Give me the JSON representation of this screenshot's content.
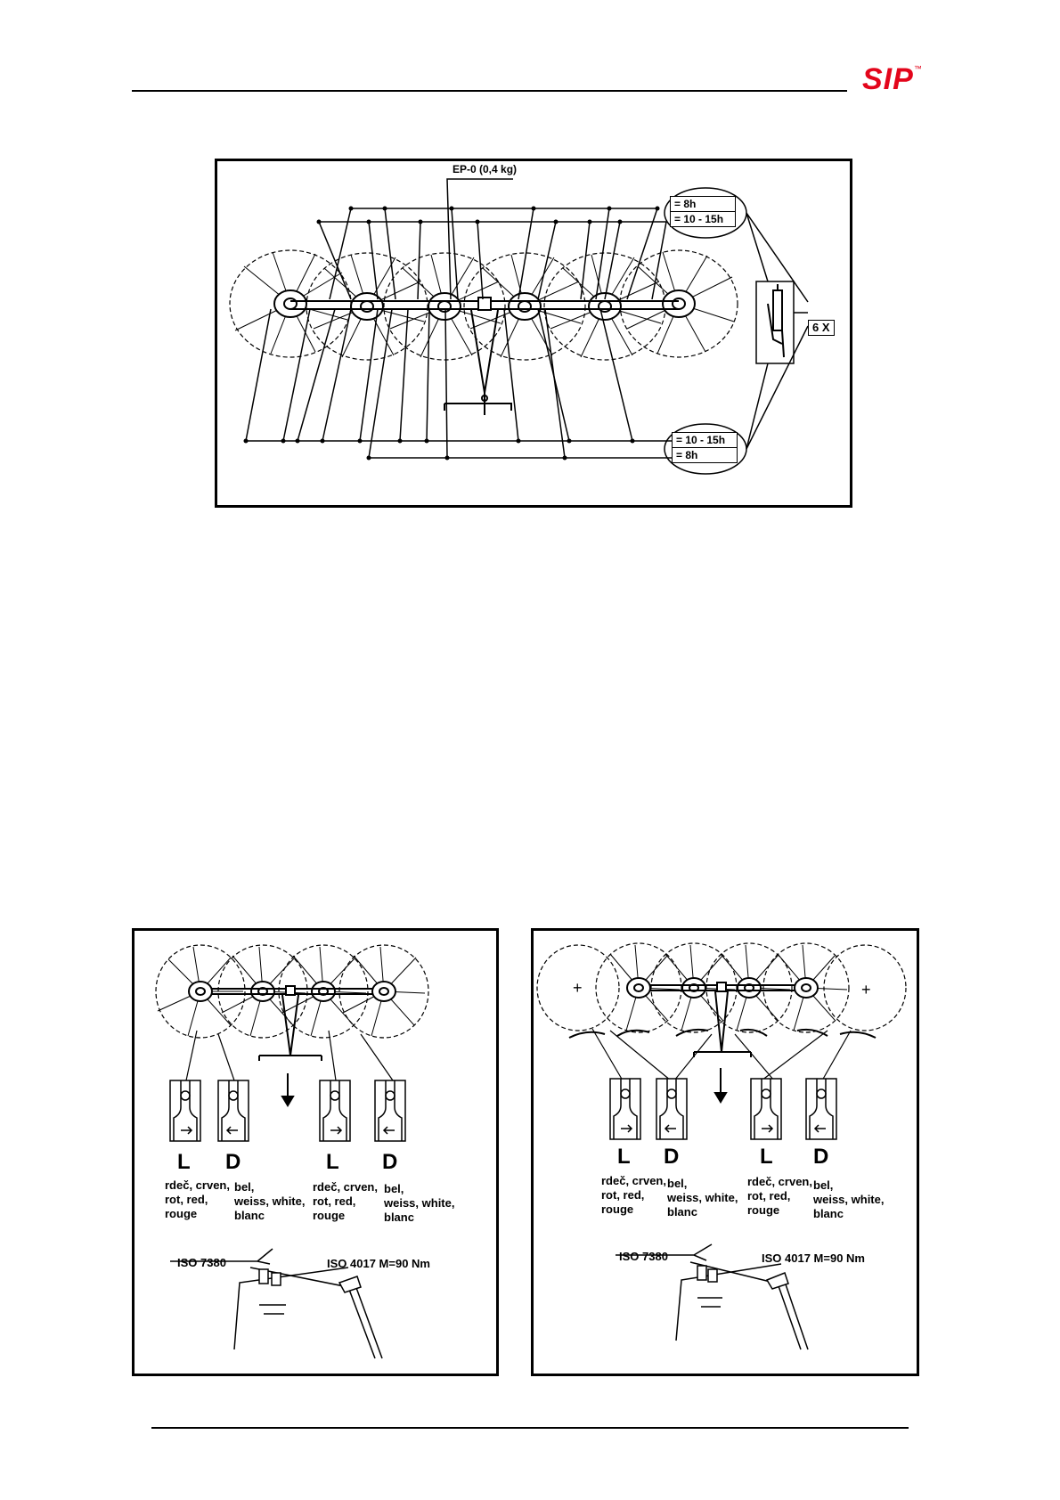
{
  "header": {
    "logo_text": "SIP",
    "logo_mark": "™",
    "logo_color": "#e3051b"
  },
  "top_figure": {
    "center_label": "EP-0  (0,4 kg)",
    "upper_interval_short": "= 8h",
    "upper_interval_long": "= 10 - 15h",
    "lower_interval_long": "= 10 - 15h",
    "lower_interval_short": "= 8h",
    "multiplier": "6 X",
    "grease_gun_icon": "grease-gun-icon"
  },
  "bottom_left_figure": {
    "tine_L_letter": "L",
    "tine_D_letter": "D",
    "red_caption": "rdeč, crven,\nrot, red,\nrouge",
    "white_caption": "bel,\nweiss, white,\nblanc",
    "iso_bolt": "ISO 7380",
    "iso_nut": "ISO 4017  M=90 Nm"
  },
  "bottom_right_figure": {
    "tine_L_letter": "L",
    "tine_D_letter": "D",
    "red_caption": "rdeč, crven,\nrot, red,\nrouge",
    "white_caption": "bel,\nweiss, white,\nblanc",
    "iso_bolt": "ISO 7380",
    "iso_nut": "ISO 4017  M=90 Nm",
    "plus_sign": "+"
  }
}
